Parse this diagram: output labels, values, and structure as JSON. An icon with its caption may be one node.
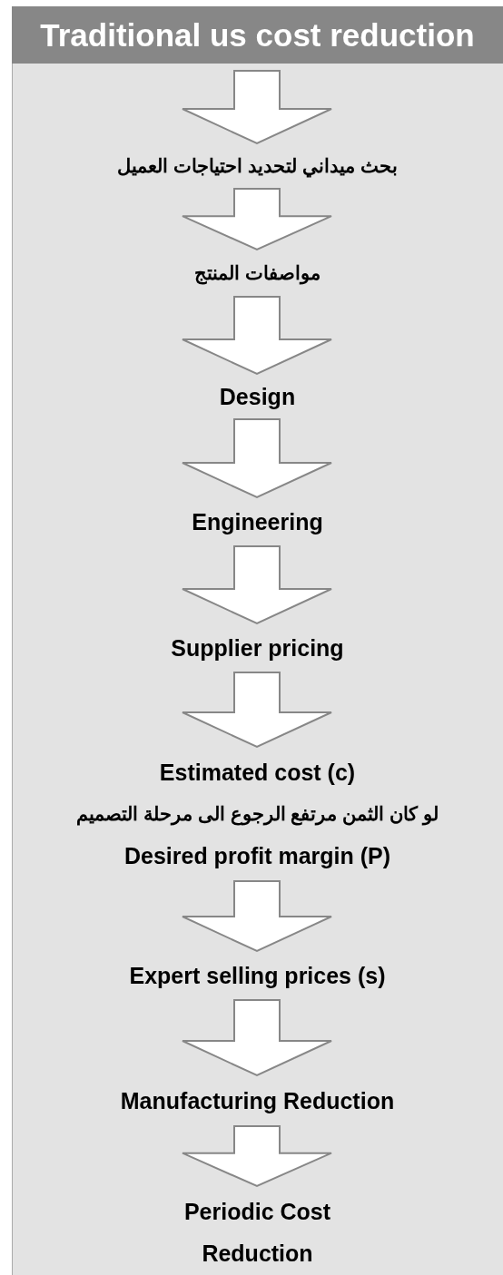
{
  "diagram": {
    "title": "Traditional us cost reduction",
    "nodes": [
      {
        "text": [
          "بحث ميداني لتحديد احتياجات العميل"
        ]
      },
      {
        "text": [
          "مواصفات المنتج"
        ]
      },
      {
        "text": [
          "Design"
        ]
      },
      {
        "text": [
          "Engineering"
        ]
      },
      {
        "text": [
          "Supplier pricing"
        ]
      },
      {
        "text": [
          "Estimated cost (c)",
          "لو كان الثمن مرتفع الرجوع الى مرحلة التصميم",
          "Desired profit margin (P)"
        ]
      },
      {
        "text": [
          "Expert selling prices (s)"
        ]
      },
      {
        "text": [
          "Manufacturing Reduction"
        ]
      },
      {
        "text": [
          "Periodic Cost Reduction"
        ]
      }
    ],
    "edges": [
      {
        "from": null,
        "to": 0,
        "arrow": "to"
      },
      {
        "from": 0,
        "to": 1,
        "arrow": "to"
      },
      {
        "from": 1,
        "to": 2,
        "arrow": "to"
      },
      {
        "from": 2,
        "to": 3,
        "arrow": "to"
      },
      {
        "from": 3,
        "to": 4,
        "arrow": "to"
      },
      {
        "from": 4,
        "to": 5,
        "arrow": "to"
      },
      {
        "from": 5,
        "to": 6,
        "arrow": "to"
      },
      {
        "from": 6,
        "to": 7,
        "arrow": "to"
      },
      {
        "from": 7,
        "to": 8,
        "arrow": "to"
      }
    ]
  }
}
